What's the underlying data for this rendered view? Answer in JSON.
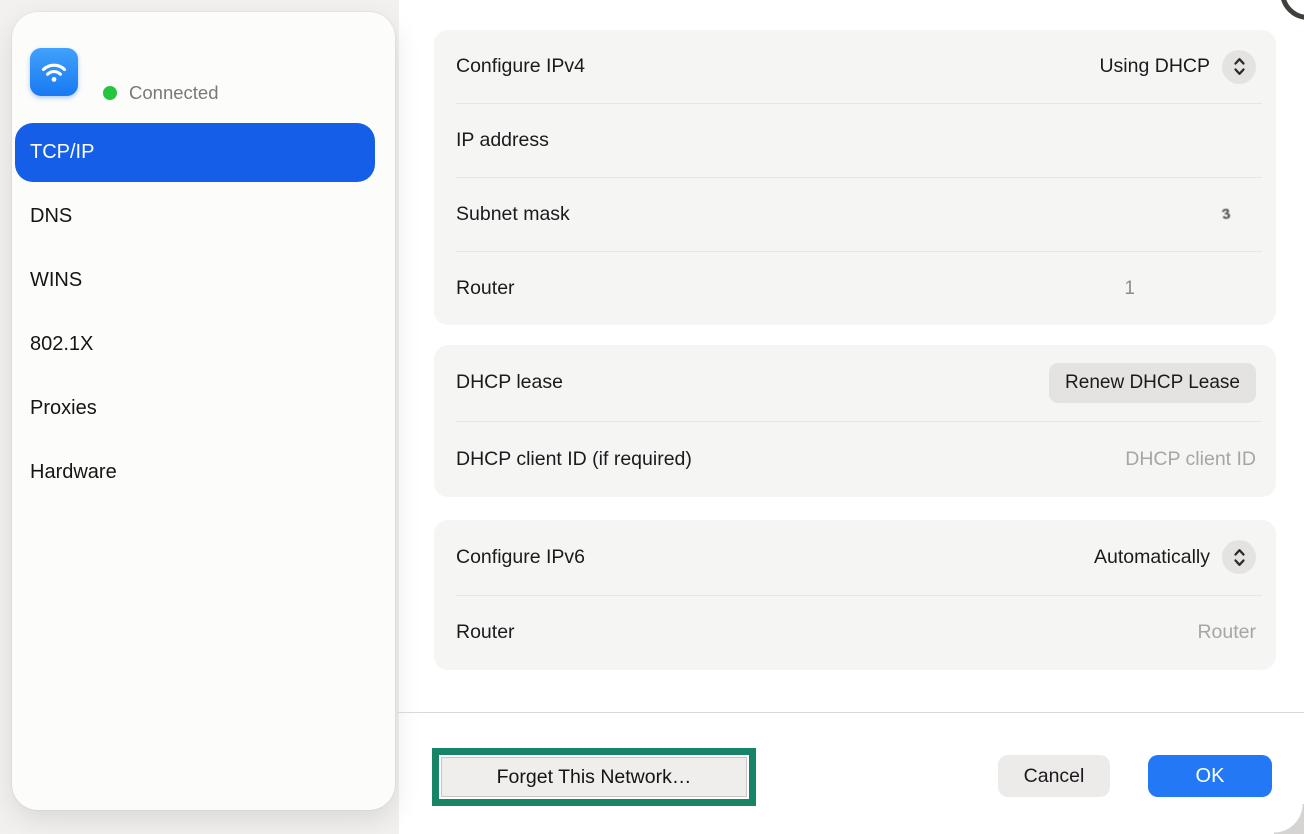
{
  "sidebar": {
    "status_label": "Connected",
    "items": [
      {
        "label": "TCP/IP",
        "selected": true
      },
      {
        "label": "DNS"
      },
      {
        "label": "WINS"
      },
      {
        "label": "802.1X"
      },
      {
        "label": "Proxies"
      },
      {
        "label": "Hardware"
      }
    ]
  },
  "ipv4_panel": {
    "configure_label": "Configure IPv4",
    "configure_value": "Using DHCP",
    "ip_address_label": "IP address",
    "subnet_label": "Subnet mask",
    "subnet_remnant": "3",
    "router_label": "Router",
    "router_remnant": "1"
  },
  "dhcp_panel": {
    "lease_label": "DHCP lease",
    "renew_button": "Renew DHCP Lease",
    "client_id_label": "DHCP client ID (if required)",
    "client_id_placeholder": "DHCP client ID"
  },
  "ipv6_panel": {
    "configure_label": "Configure IPv6",
    "configure_value": "Automatically",
    "router_label": "Router",
    "router_placeholder": "Router"
  },
  "footer": {
    "forget_button": "Forget This Network…",
    "cancel_button": "Cancel",
    "ok_button": "OK"
  },
  "colors": {
    "accent_blue": "#155ee8",
    "ok_blue": "#2278f5",
    "connected_green": "#25c540",
    "annotation_green": "#178468",
    "panel_bg": "#f5f5f4"
  }
}
